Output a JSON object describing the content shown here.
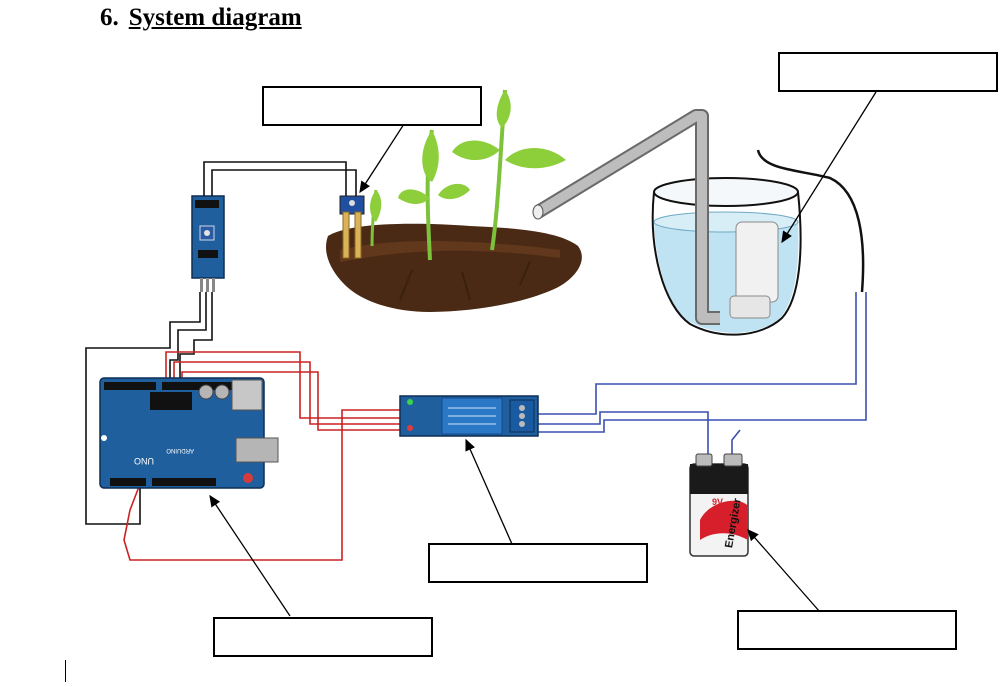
{
  "section": {
    "number": "6.",
    "title": "System diagram"
  },
  "label_boxes": [
    "",
    "",
    "",
    "",
    "",
    ""
  ],
  "board": {
    "uno_text": "UNO",
    "brand_text": "ARDUINO"
  },
  "battery": {
    "brand_text": "Energizer",
    "size_text": "9V"
  },
  "colors": {
    "wire_black": "#111111",
    "wire_red": "#cc2222",
    "wire_blue": "#3a4fb0",
    "board_blue": "#1f5f9e",
    "water": "#bfe3f2",
    "soil": "#4a2a14",
    "leaf": "#8ccf3a"
  }
}
